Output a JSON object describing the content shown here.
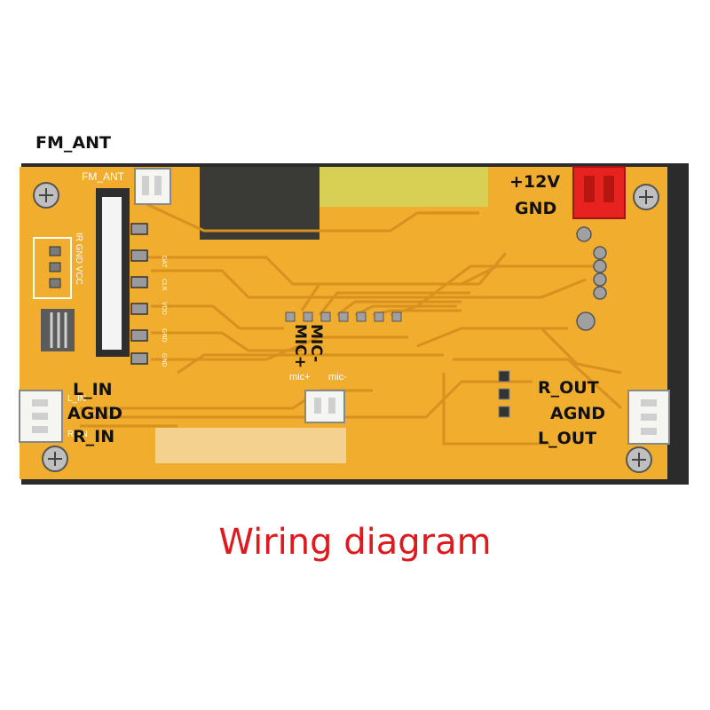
{
  "board": {
    "silk_fm_ant": "FM_ANT",
    "silk_header": "IR GND VCC",
    "silk_pins": [
      "DAT",
      "CLK",
      "VDD",
      "GND",
      "GND"
    ],
    "silk_mic_plus": "mic+",
    "silk_mic_minus": "mic-",
    "silk_l_in": "L_IN",
    "silk_r_in": "R_IN"
  },
  "labels": {
    "fm_ant": "FM_ANT",
    "plus12v": "+12V",
    "gnd": "GND",
    "mic_minus": "MIC-",
    "mic_plus": "MIC+",
    "l_in": "L_IN",
    "agnd_left": "AGND",
    "r_in": "R_IN",
    "r_out": "R_OUT",
    "agnd_right": "AGND",
    "l_out": "L_OUT"
  },
  "caption": "Wiring diagram",
  "colors": {
    "board": "#f1ad2e",
    "trace": "#d99521",
    "caption": "#e0191e",
    "power_connector": "#e8221f"
  }
}
